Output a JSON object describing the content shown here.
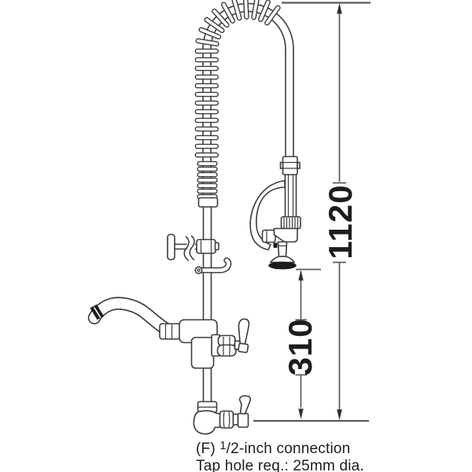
{
  "dimensions": {
    "total_height": "1120",
    "spray_outlet_height": "310"
  },
  "caption": {
    "line1_prefix": "(F) ",
    "line1_superscript": "1",
    "line1_rest": "/2-inch connection",
    "line2": "Tap hole req.: 25mm dia."
  },
  "colors": {
    "line": "#3b3b3b",
    "dimension_line": "#5a5a5a",
    "text": "#1d1d1d",
    "background": "#ffffff"
  }
}
